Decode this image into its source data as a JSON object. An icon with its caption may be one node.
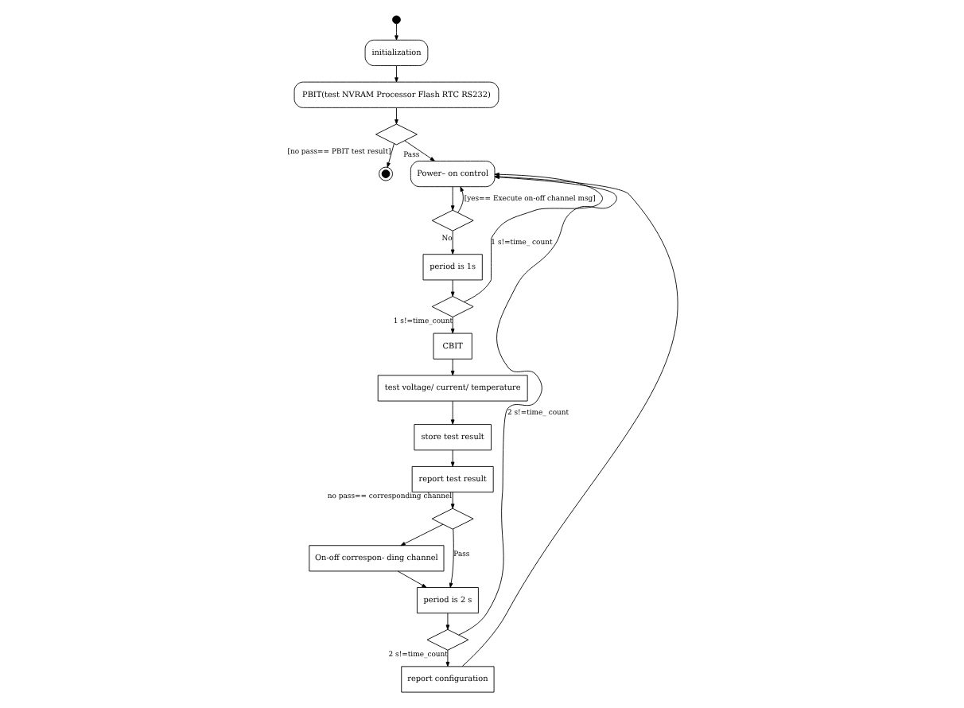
{
  "diagram": {
    "nodes": [
      {
        "text": [],
        "shape": "circle"
      },
      {
        "text": [
          "initialization"
        ]
      },
      {
        "text": [
          "PBIT(test NVRAM Processor Flash RTC RS232)"
        ]
      },
      {
        "text": [],
        "shape": "diamond"
      },
      {
        "text": [],
        "shape": "circle"
      },
      {
        "text": [
          "Power– on control"
        ]
      },
      {
        "text": [],
        "shape": "diamond"
      },
      {
        "text": [
          "period is 1s"
        ]
      },
      {
        "text": [],
        "shape": "diamond"
      },
      {
        "text": [
          "CBIT"
        ]
      },
      {
        "text": [
          "test voltage/ current/ temperature"
        ]
      },
      {
        "text": [
          "store test result"
        ]
      },
      {
        "text": [
          "report test result"
        ]
      },
      {
        "text": [],
        "shape": "diamond"
      },
      {
        "text": [
          "On-off correspon- ding channel"
        ]
      },
      {
        "text": [
          "period is 2 s"
        ]
      },
      {
        "text": [],
        "shape": "diamond"
      },
      {
        "text": [
          "report configuration"
        ]
      }
    ],
    "edges": [
      {
        "from": 0,
        "to": 1,
        "arrow": "to"
      },
      {
        "from": 1,
        "to": 2,
        "arrow": "to"
      },
      {
        "from": 2,
        "to": 3,
        "arrow": "to"
      },
      {
        "from": 3,
        "to": 4,
        "arrow": "to",
        "label": "[no pass== PBIT test result]"
      },
      {
        "from": 3,
        "to": 5,
        "arrow": "to",
        "label": "Pass"
      },
      {
        "from": 5,
        "to": 6,
        "arrow": "to"
      },
      {
        "from": 6,
        "to": 5,
        "arrow": "to",
        "label": "[yes== Execute on-off channel msg]"
      },
      {
        "from": 6,
        "to": 7,
        "arrow": "to",
        "label": "No"
      },
      {
        "from": 7,
        "to": 8,
        "arrow": "to"
      },
      {
        "from": 8,
        "to": 5,
        "arrow": "to",
        "label": "1 s!=time_ count"
      },
      {
        "from": 8,
        "to": 9,
        "arrow": "to",
        "label": "1 s!=time_count"
      },
      {
        "from": 9,
        "to": 10,
        "arrow": "to"
      },
      {
        "from": 10,
        "to": 11,
        "arrow": "to"
      },
      {
        "from": 11,
        "to": 12,
        "arrow": "to"
      },
      {
        "from": 12,
        "to": 13,
        "arrow": "to",
        "label": "no pass== corresponding channel"
      },
      {
        "from": 13,
        "to": 14,
        "arrow": "to"
      },
      {
        "from": 13,
        "to": 15,
        "arrow": "to",
        "label": "Pass"
      },
      {
        "from": 14,
        "to": 15,
        "arrow": "to"
      },
      {
        "from": 15,
        "to": 16,
        "arrow": "to"
      },
      {
        "from": 16,
        "to": 5,
        "arrow": "to",
        "label": "2 s!=time_ count"
      },
      {
        "from": 16,
        "to": 17,
        "arrow": "to",
        "label": "2 s!=time_count"
      },
      {
        "from": 17,
        "to": 5,
        "arrow": "to"
      }
    ]
  }
}
